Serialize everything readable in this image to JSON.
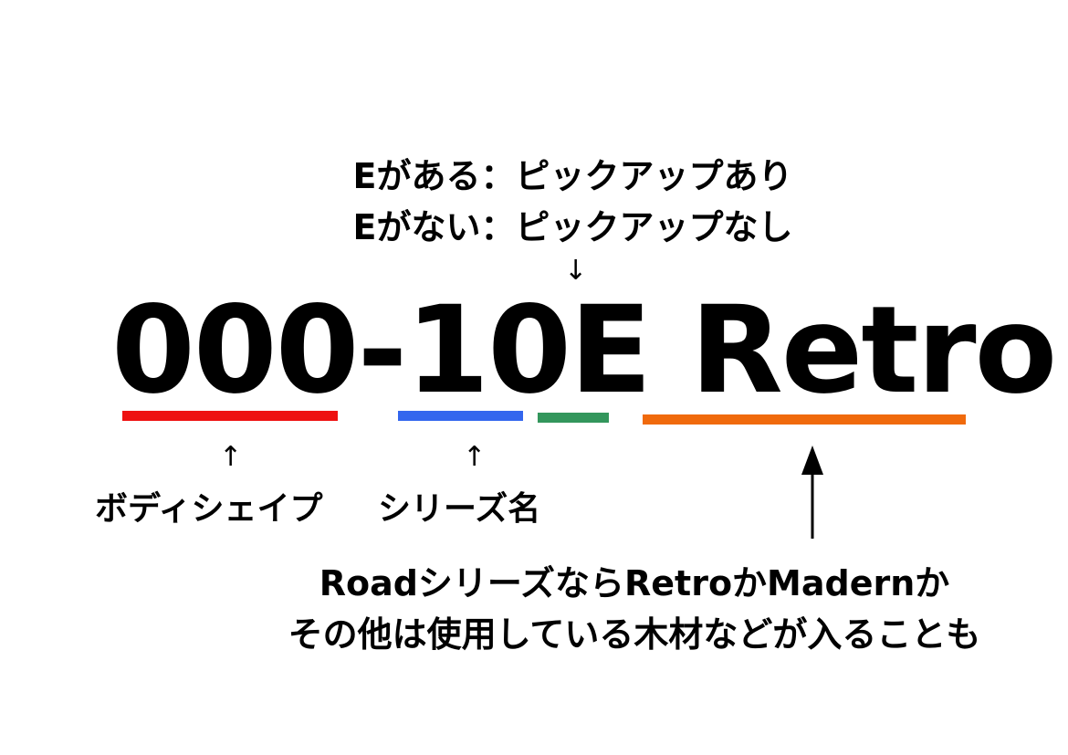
{
  "pickup_note": {
    "line1": "Eがある：ピックアップあり",
    "line2": "Eがない：ピックアップなし",
    "arrow": "↓"
  },
  "model_name": {
    "part_body": "000",
    "hyphen": "-",
    "part_series": "10",
    "part_pickup": "E",
    "part_variant": "Retro"
  },
  "underline_colors": {
    "body": "#ee1111",
    "series": "#3366ee",
    "pickup": "#33965c",
    "variant": "#f06a0c"
  },
  "labels": {
    "body_shape": "ボディシェイプ",
    "series_name": "シリーズ名",
    "up_arrow": "↑"
  },
  "variant_note": {
    "line1": "RoadシリーズならRetroかMadernか",
    "line2": "その他は使用している木材などが入ることも"
  }
}
